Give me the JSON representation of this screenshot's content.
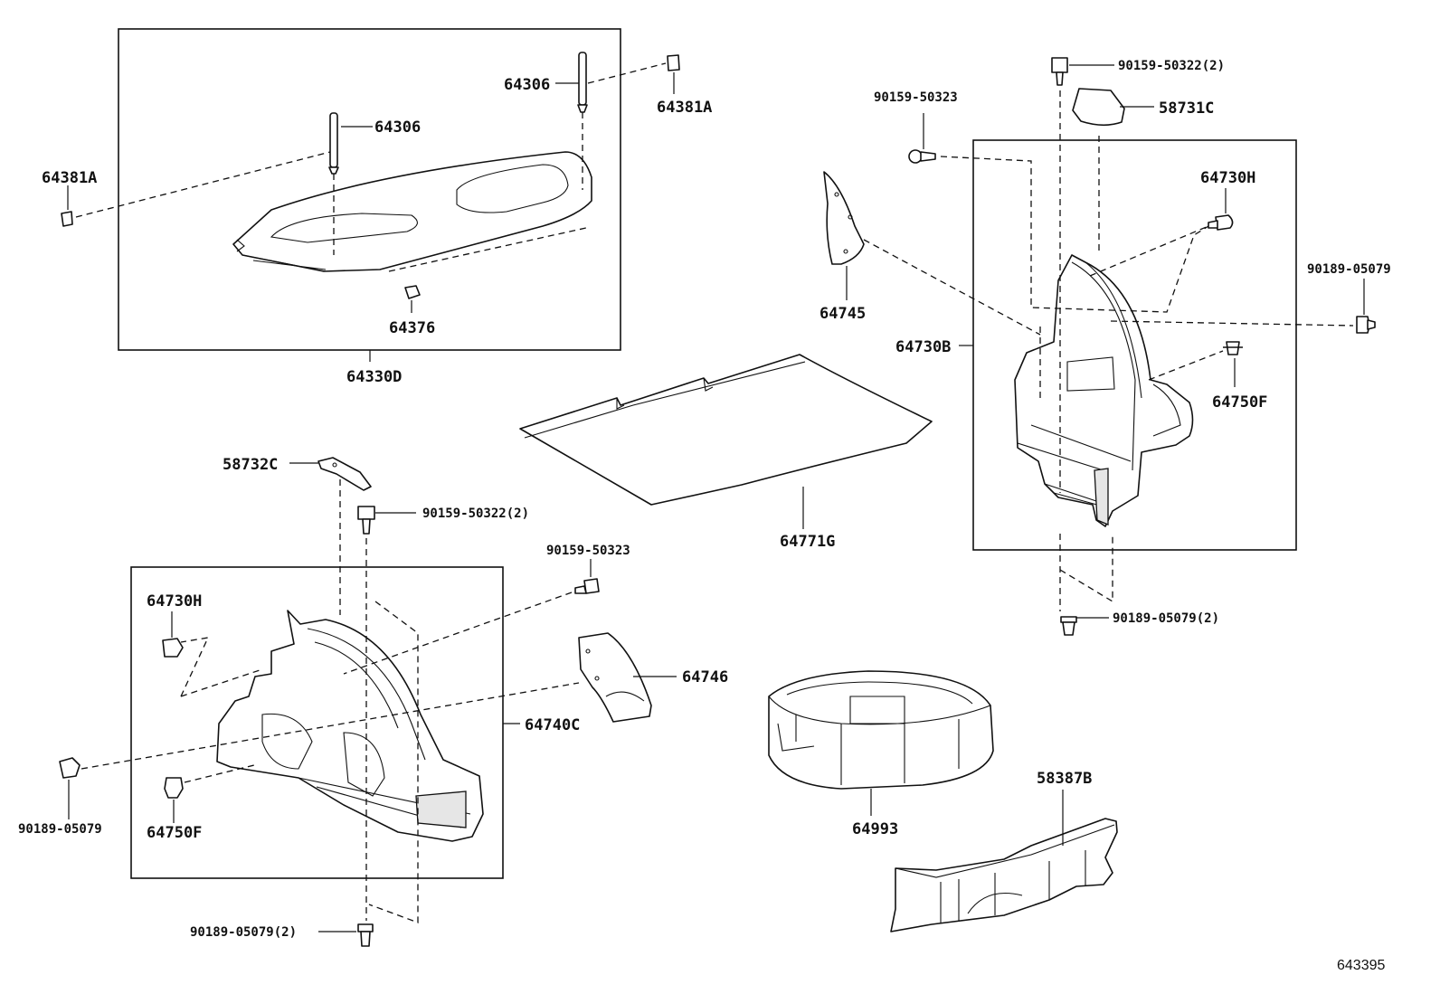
{
  "diagram_id": "643395",
  "labels": {
    "l_64306_a": "64306",
    "l_64381A_a": "64381A",
    "l_64306_b": "64306",
    "l_64381A_b": "64381A",
    "l_64376": "64376",
    "l_64330D": "64330D",
    "l_58732C": "58732C",
    "l_90159_50322_2_a": "90159-50322(2)",
    "l_90159_50323_a": "90159-50323",
    "l_64730H_a": "64730H",
    "l_64746": "64746",
    "l_64740C": "64740C",
    "l_90189_05079_a": "90189-05079",
    "l_64750F_a": "64750F",
    "l_90189_05079_2_a": "90189-05079(2)",
    "l_64745": "64745",
    "l_64771G": "64771G",
    "l_64993": "64993",
    "l_58387B": "58387B",
    "l_90159_50322_2_b": "90159-50322(2)",
    "l_58731C": "58731C",
    "l_90159_50323_b": "90159-50323",
    "l_64730H_b": "64730H",
    "l_90189_05079_b": "90189-05079",
    "l_64730B": "64730B",
    "l_64750F_b": "64750F",
    "l_90189_05079_2_b": "90189-05079(2)"
  }
}
